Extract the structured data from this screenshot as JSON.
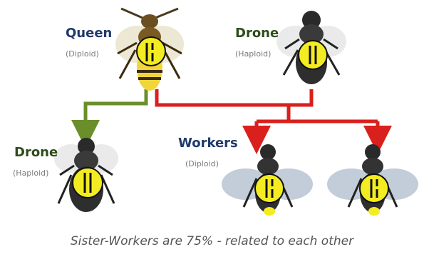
{
  "labels": {
    "queen": {
      "title": "Queen",
      "ploidy": "(Diploid)"
    },
    "drone_top": {
      "title": "Drone",
      "ploidy": "(Haploid)"
    },
    "drone_bottom": {
      "title": "Drone",
      "ploidy": "(Haploid)"
    },
    "workers": {
      "title": "Workers",
      "ploidy": "(Diploid)"
    }
  },
  "caption": "Sister-Workers are 75% - related to each other",
  "colors": {
    "green_arrow": "#6a8f2a",
    "red_arrow": "#d9201c",
    "chromosome_disc": "#f4ec22",
    "label_blue": "#1f3a6b",
    "label_green": "#2e4d1a"
  }
}
